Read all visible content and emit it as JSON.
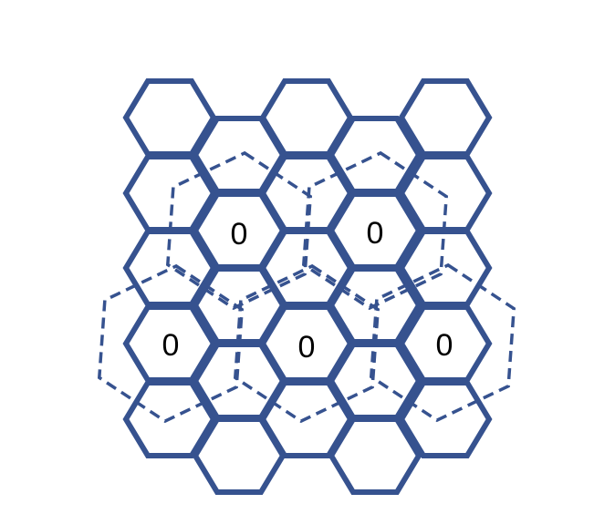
{
  "colors": {
    "cell_stroke": "#36528f",
    "cluster_stroke": "#36528f",
    "label_color": "#000000",
    "background": "#ffffff"
  },
  "labels": [
    "0",
    "0",
    "0",
    "0",
    "0"
  ]
}
